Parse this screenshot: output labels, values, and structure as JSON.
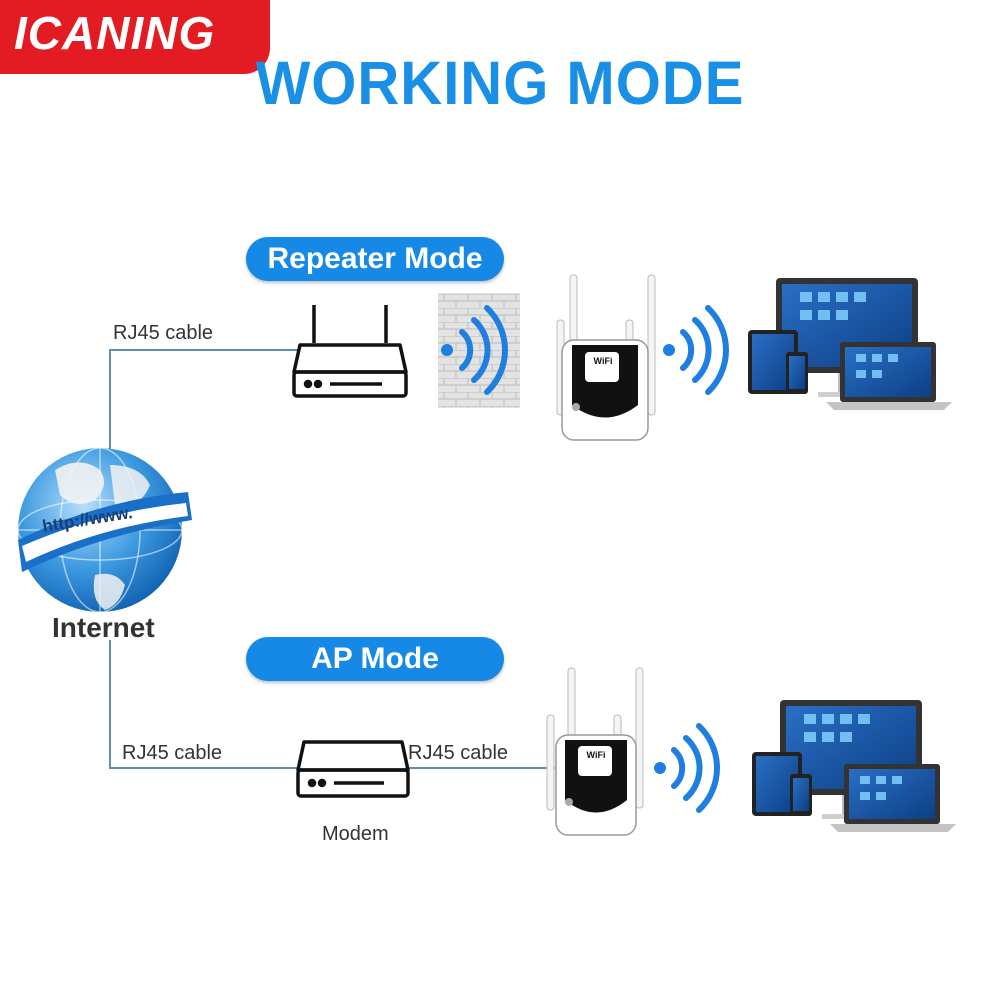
{
  "brand": {
    "name": "ICANING",
    "color": "#e31b23"
  },
  "title": "WORKING MODE",
  "repeater_mode": {
    "label": "Repeater Mode",
    "cable_label": "RJ45 cable"
  },
  "internet": {
    "url_text": "http://www.",
    "label": "Internet"
  },
  "ap_mode": {
    "label": "AP Mode",
    "cable_left_label": "RJ45 cable",
    "cable_right_label": "RJ45 cable",
    "modem_label": "Modem"
  },
  "extender_brand": "WiFi",
  "colors": {
    "accent": "#1689e6",
    "line": "#5b8fb8",
    "wave": "#1e7fe0"
  }
}
